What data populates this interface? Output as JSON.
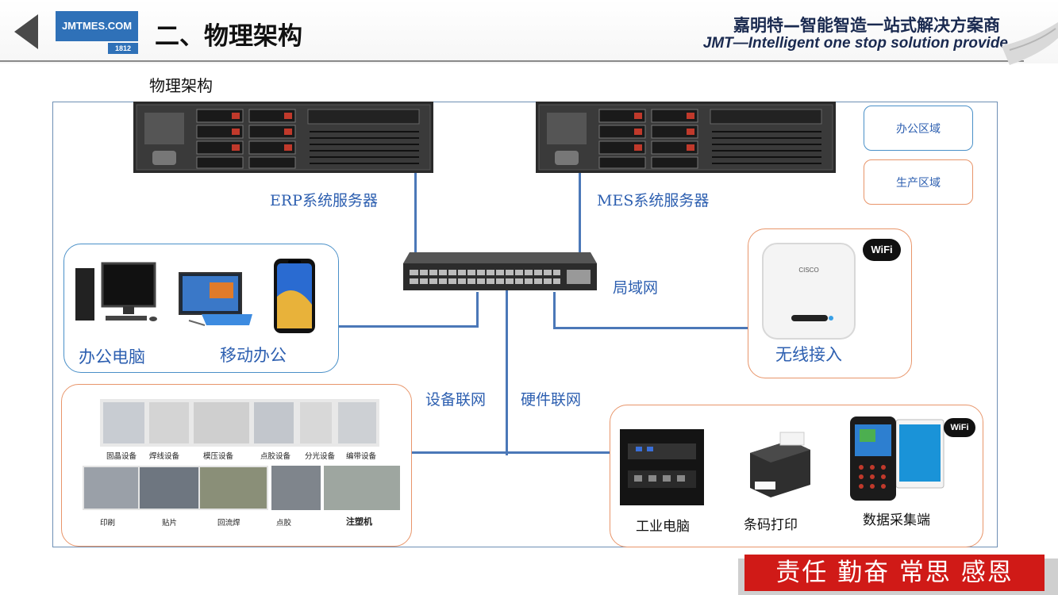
{
  "header": {
    "logo_text": "JMTMES.COM",
    "logo_sub": "1812",
    "title": "二、物理架构",
    "company_cn": "嘉明特—智能智造一站式解决方案商",
    "company_en": "JMT—Intelligent one stop solution provide"
  },
  "subtitle": "物理架构",
  "legend": {
    "office": "办公区域",
    "production": "生产区域"
  },
  "servers": {
    "erp": "ERP系统服务器",
    "mes": "MES系统服务器"
  },
  "network": {
    "lan": "局域网",
    "device_link": "设备联网",
    "hardware_link": "硬件联网"
  },
  "office_group": {
    "pc": "办公电脑",
    "mobile": "移动办公"
  },
  "wireless": {
    "label": "无线接入",
    "badge": "WiFi",
    "brand": "CISCO"
  },
  "equipment": {
    "row1": [
      "固晶设备",
      "焊线设备",
      "模压设备",
      "点胶设备",
      "分光设备",
      "编带设备"
    ],
    "row2": [
      "印刷",
      "贴片",
      "回流焊",
      "点胶",
      "注塑机"
    ]
  },
  "hardware": {
    "industrial_pc": "工业电脑",
    "barcode_printer": "条码打印",
    "data_terminal": "数据采集端",
    "badge": "WiFi"
  },
  "slogan": "责任 勤奋 常思 感恩",
  "colors": {
    "office_border": "#4a90c8",
    "production_border": "#e8956a",
    "wire": "#4b78b8",
    "slogan_bg": "#d01a17",
    "brand": "#2f71b8"
  }
}
